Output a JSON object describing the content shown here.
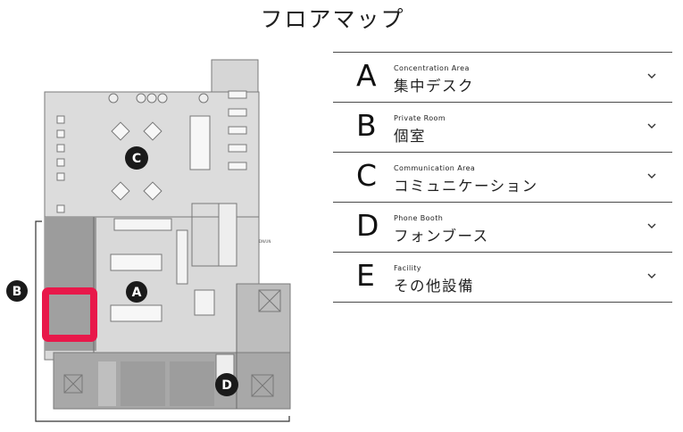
{
  "page": {
    "title": "フロアマップ"
  },
  "map": {
    "markers": {
      "a": "A",
      "b": "B",
      "c": "C",
      "d": "D"
    },
    "small_label": "DN/UN",
    "highlight_color": "#e8184a"
  },
  "areas": [
    {
      "letter": "A",
      "subtitle": "Concentration Area",
      "name": "集中デスク"
    },
    {
      "letter": "B",
      "subtitle": "Private Room",
      "name": "個室"
    },
    {
      "letter": "C",
      "subtitle": "Communication Area",
      "name": "コミュニケーション"
    },
    {
      "letter": "D",
      "subtitle": "Phone Booth",
      "name": "フォンブース"
    },
    {
      "letter": "E",
      "subtitle": "Facility",
      "name": "その他設備"
    }
  ],
  "icons": {
    "expand": "chevron-down-icon"
  }
}
